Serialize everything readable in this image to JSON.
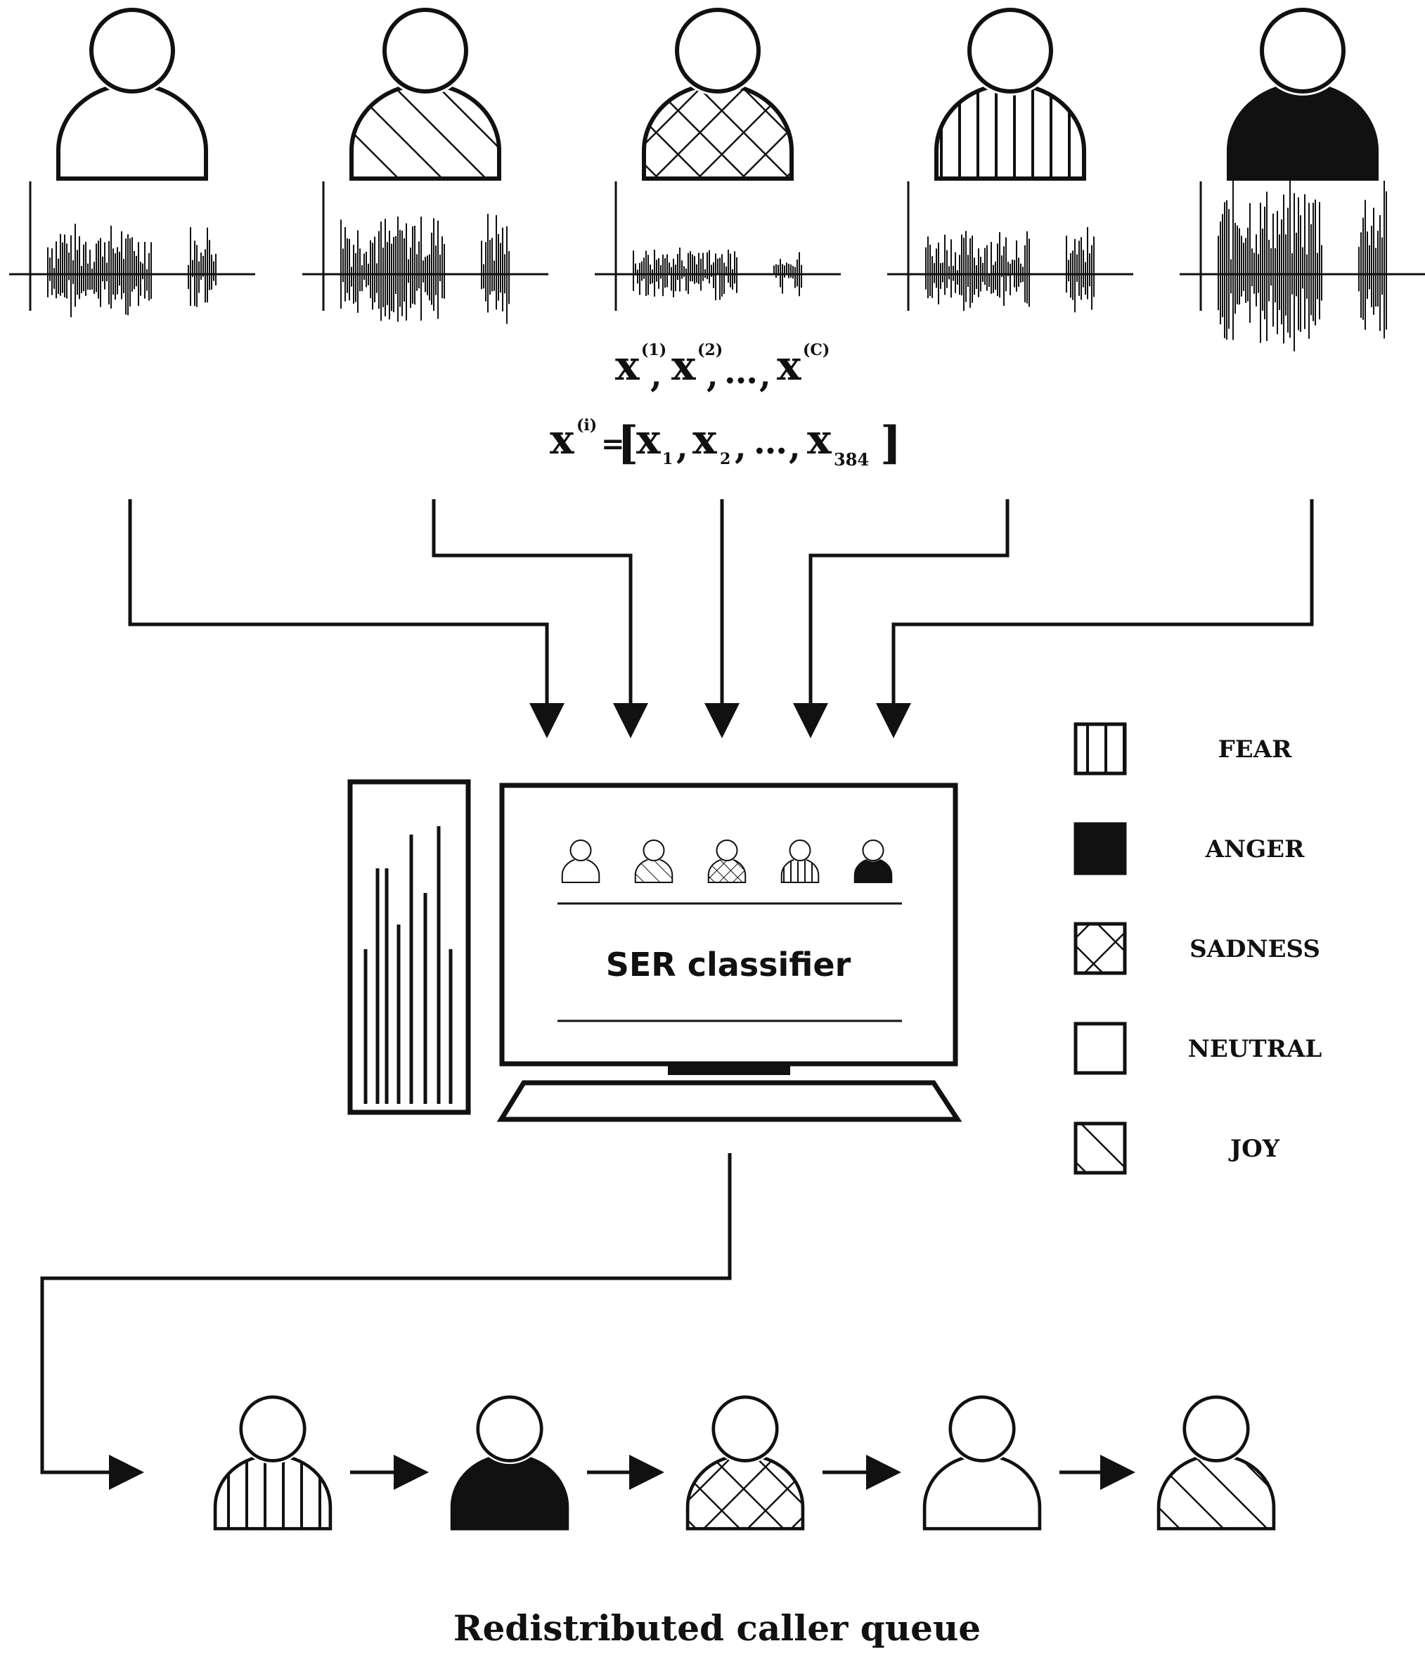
{
  "callers": [
    {
      "emotion": "NEUTRAL",
      "pattern": "none"
    },
    {
      "emotion": "JOY",
      "pattern": "diagonal"
    },
    {
      "emotion": "SADNESS",
      "pattern": "crosshatch"
    },
    {
      "emotion": "FEAR",
      "pattern": "vertical"
    },
    {
      "emotion": "ANGER",
      "pattern": "solid"
    }
  ],
  "formulas": {
    "set": {
      "base": "x",
      "sep1": ",",
      "sep2": ",",
      "ellipsis": "…",
      "sep3": ",",
      "sup1": "(1)",
      "sup2": "(2)",
      "supC": "(C)"
    },
    "vector": {
      "lhs": "x",
      "sup": "(i)",
      "eq": "=",
      "open": "[",
      "x1": "x",
      "s1": "1",
      "x2": "x",
      "s2": "2",
      "dots": "…",
      "xn": "x",
      "sn": "384",
      "close": "]",
      "c1": ",",
      "c2": ",",
      "c3": ","
    }
  },
  "classifier": {
    "title": "SER classifier"
  },
  "legend": [
    {
      "label": "FEAR",
      "pattern": "vertical"
    },
    {
      "label": "ANGER",
      "pattern": "solid"
    },
    {
      "label": "SADNESS",
      "pattern": "crosshatch"
    },
    {
      "label": "NEUTRAL",
      "pattern": "none"
    },
    {
      "label": "JOY",
      "pattern": "diagonal"
    }
  ],
  "queue": {
    "order": [
      "FEAR",
      "ANGER",
      "SADNESS",
      "NEUTRAL",
      "JOY"
    ],
    "caption": "Redistributed caller queue"
  }
}
